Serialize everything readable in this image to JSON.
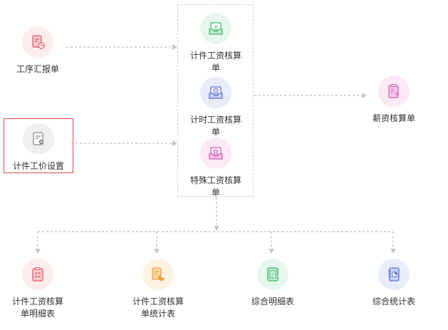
{
  "colors": {
    "connector": "#c8c8c8",
    "selected_border": "#e24b4b"
  },
  "nodes": {
    "process_report": {
      "label": "工序汇报单",
      "icon": "report-doc-icon",
      "bg": "#fdecec",
      "fg": "#e05a6a"
    },
    "piece_price_setting": {
      "label": "计件工价设置",
      "icon": "settings-doc-icon",
      "bg": "#efefef",
      "fg": "#8a8a8a"
    },
    "piece_wage_calc": {
      "label": "计件工资核算单",
      "icon": "money-ticket-icon",
      "bg": "#e8f7ee",
      "fg": "#3dbb6e"
    },
    "time_wage_calc": {
      "label": "计时工资核算单",
      "icon": "clock-ticket-icon",
      "bg": "#e9edfb",
      "fg": "#5f74d8"
    },
    "special_wage_calc": {
      "label": "特殊工资核算单",
      "icon": "star-ticket-icon",
      "bg": "#fbe9f5",
      "fg": "#d05db6"
    },
    "salary_calc": {
      "label": "薪资核算单",
      "icon": "salary-clipboard-icon",
      "bg": "#fbe9f5",
      "fg": "#d05db6"
    },
    "piece_wage_detail": {
      "label": "计件工资核算单明细表",
      "icon": "checklist-clipboard-icon",
      "bg": "#fdecec",
      "fg": "#e05a6a"
    },
    "piece_wage_stats": {
      "label": "计件工资核算单统计表",
      "icon": "pie-chart-doc-icon",
      "bg": "#fff2e2",
      "fg": "#f0a23a"
    },
    "summary_detail": {
      "label": "综合明细表",
      "icon": "list-doc-icon",
      "bg": "#e8f7ee",
      "fg": "#3dbb6e"
    },
    "summary_stats": {
      "label": "综合统计表",
      "icon": "notebook-chart-icon",
      "bg": "#e9edfb",
      "fg": "#5f74d8"
    }
  }
}
